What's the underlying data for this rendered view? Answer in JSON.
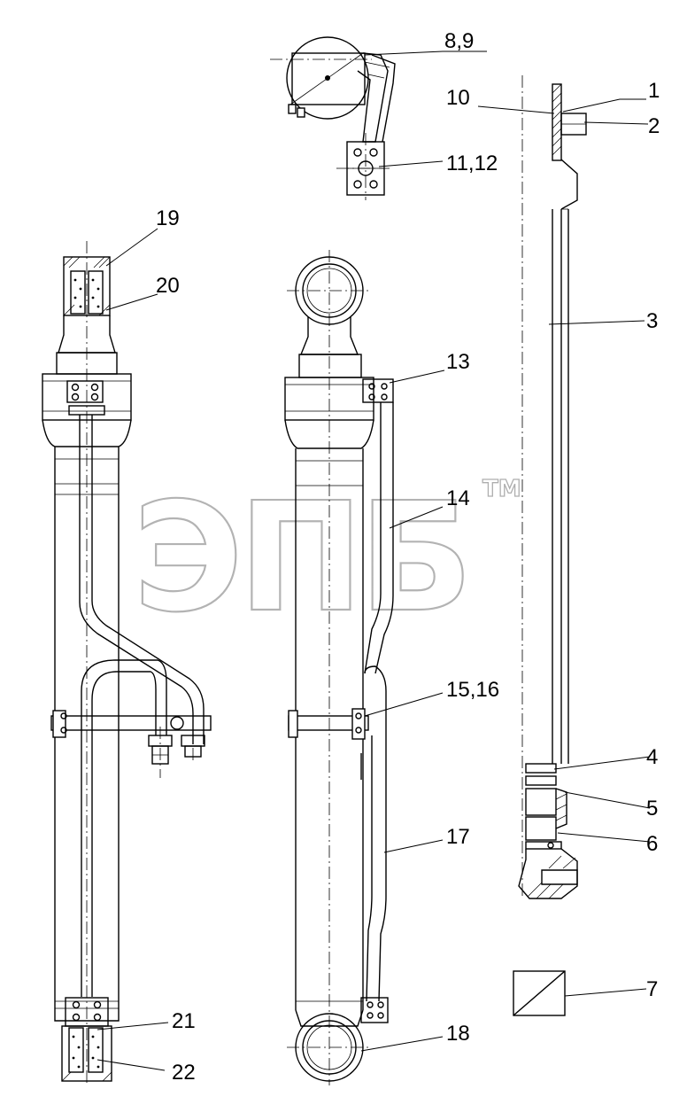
{
  "callouts": [
    {
      "id": "c-8-9",
      "text": "8,9"
    },
    {
      "id": "c-1",
      "text": "1"
    },
    {
      "id": "c-10",
      "text": "10"
    },
    {
      "id": "c-2",
      "text": "2"
    },
    {
      "id": "c-11-12",
      "text": "11,12"
    },
    {
      "id": "c-19",
      "text": "19"
    },
    {
      "id": "c-20",
      "text": "20"
    },
    {
      "id": "c-3",
      "text": "3"
    },
    {
      "id": "c-13",
      "text": "13"
    },
    {
      "id": "c-14",
      "text": "14"
    },
    {
      "id": "c-15-16",
      "text": "15,16"
    },
    {
      "id": "c-4",
      "text": "4"
    },
    {
      "id": "c-5",
      "text": "5"
    },
    {
      "id": "c-6",
      "text": "6"
    },
    {
      "id": "c-17",
      "text": "17"
    },
    {
      "id": "c-7",
      "text": "7"
    },
    {
      "id": "c-21",
      "text": "21"
    },
    {
      "id": "c-18",
      "text": "18"
    },
    {
      "id": "c-22",
      "text": "22"
    }
  ],
  "watermark": {
    "text": "ЭПБ",
    "trademark": "TM"
  }
}
